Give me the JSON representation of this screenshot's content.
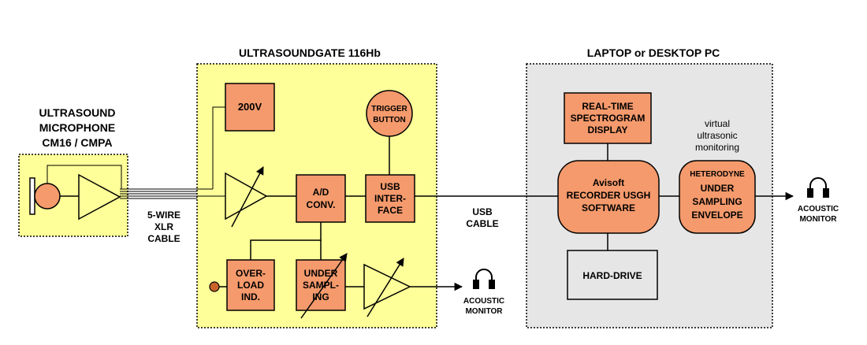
{
  "colors": {
    "block_fill": "#f59a6c",
    "gate_fill": "#ffff99",
    "pc_fill": "#e6e6e6",
    "mic_fill": "#ffff99",
    "amp_fill": "#ffff99",
    "led_fill": "#c8642a",
    "drive_fill": "#e6e6e6"
  },
  "microphone": {
    "title_lines": [
      "ULTRASOUND",
      "MICROPHONE",
      "CM16 / CMPA"
    ]
  },
  "gate": {
    "title": "ULTRASOUNDGATE 116Hb",
    "hv_label": "200V",
    "trigger_lines": [
      "TRIGGER",
      "BUTTON"
    ],
    "adc_lines": [
      "A/D",
      "CONV."
    ],
    "usb_if_lines": [
      "USB",
      "INTER-",
      "FACE"
    ],
    "overload_lines": [
      "OVER-",
      "LOAD",
      "IND."
    ],
    "undersampling_lines": [
      "UNDER",
      "SAMPL-",
      "ING"
    ]
  },
  "cable_xlr_lines": [
    "5-WIRE",
    "XLR",
    "CABLE"
  ],
  "cable_usb_lines": [
    "USB",
    "CABLE"
  ],
  "pc": {
    "title": "LAPTOP or DESKTOP PC",
    "spectrogram_lines": [
      "REAL-TIME",
      "SPECTROGRAM",
      "DISPLAY"
    ],
    "software_lines": [
      "Avisoft",
      "RECORDER USGH",
      "SOFTWARE"
    ],
    "harddrive": "HARD-DRIVE",
    "virtual_lines": [
      "virtual",
      "ultrasonic",
      "monitoring"
    ],
    "heterodyne_lines": [
      "HETERODYNE",
      "UNDER",
      "SAMPLING",
      "ENVELOPE"
    ]
  },
  "monitor_lines": [
    "ACOUSTIC",
    "MONITOR"
  ],
  "monitor_right_lines": [
    "ACOUSTIC",
    "MONITOR"
  ]
}
